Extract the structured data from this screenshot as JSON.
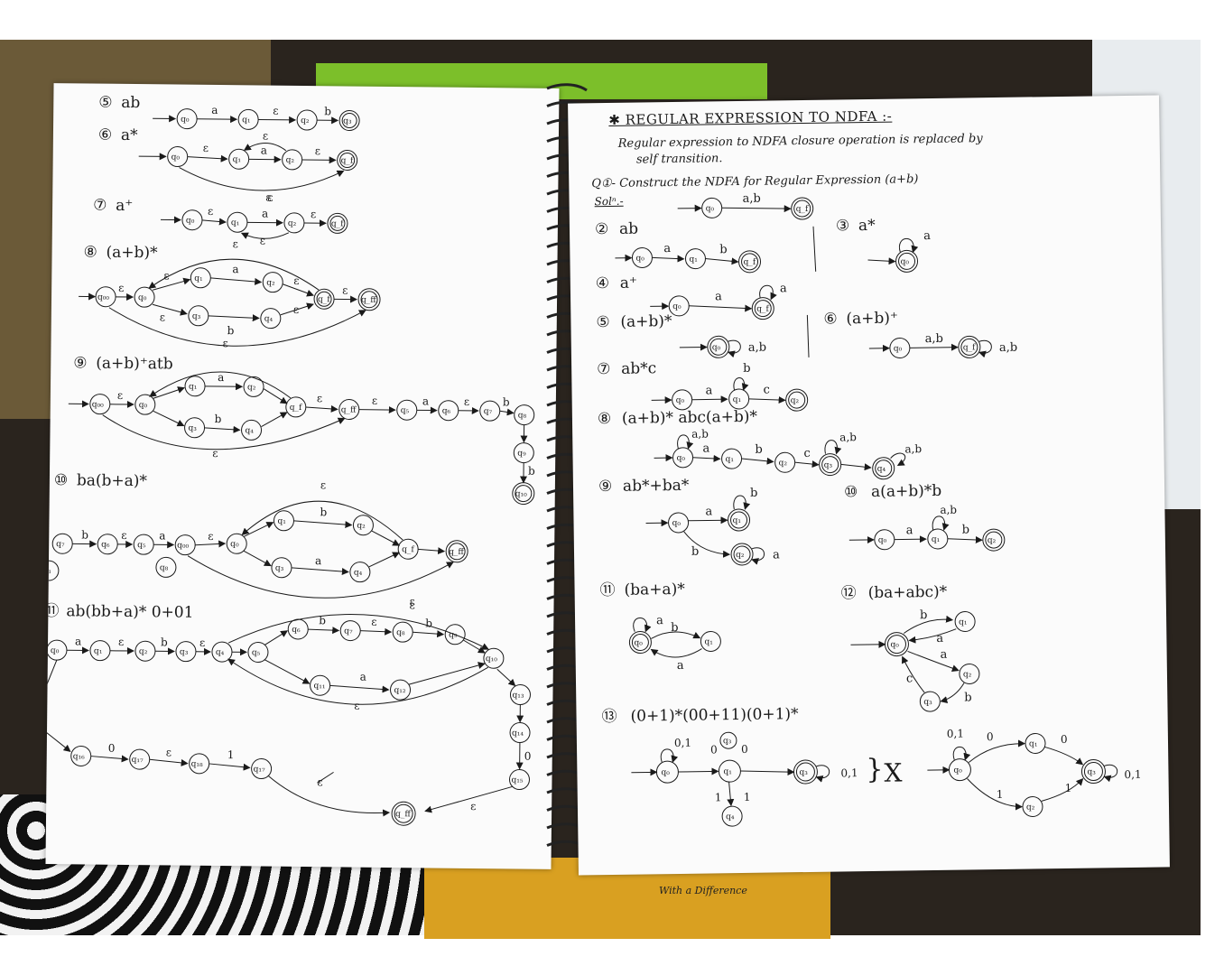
{
  "left_page": {
    "sections": [
      {
        "num": "⑤",
        "regex": "ab"
      },
      {
        "num": "⑥",
        "regex": "a*"
      },
      {
        "num": "⑦",
        "regex": "a⁺"
      },
      {
        "num": "⑧",
        "regex": "(a+b)*"
      },
      {
        "num": "⑨",
        "regex": "(a+b)⁺atb"
      },
      {
        "num": "⑩",
        "regex": "ba(b+a)*"
      },
      {
        "num": "⑪",
        "regex": "ab(bb+a)* 0+01"
      }
    ]
  },
  "right_page": {
    "title": "✱ REGULAR EXPRESSION TO NDFA :-",
    "intro_line1": "Regular expression to NDFA closure operation is replaced by",
    "intro_line2": "self transition.",
    "question": "Q①- Construct the NDFA for Regular Expression (a+b)",
    "sol": "Solⁿ.-",
    "sections": [
      {
        "num": "②",
        "regex": "ab"
      },
      {
        "num": "③",
        "regex": "a*"
      },
      {
        "num": "④",
        "regex": "a⁺"
      },
      {
        "num": "⑤",
        "regex": "(a+b)*"
      },
      {
        "num": "⑥",
        "regex": "(a+b)⁺"
      },
      {
        "num": "⑦",
        "regex": "ab*c"
      },
      {
        "num": "⑧",
        "regex": "(a+b)* abc(a+b)*"
      },
      {
        "num": "⑨",
        "regex": "ab*+ba*"
      },
      {
        "num": "⑩",
        "regex": "a(a+b)*b"
      },
      {
        "num": "⑪",
        "regex": "(ba+a)*"
      },
      {
        "num": "⑫",
        "regex": "(ba+abc)*"
      },
      {
        "num": "⑬",
        "regex": "(0+1)*(00+11)(0+1)*"
      }
    ]
  },
  "symbols": {
    "eps": "ε",
    "a": "a",
    "b": "b",
    "c": "c",
    "ab": "a,b",
    "zero": "0",
    "one": "1",
    "zero_one": "0,1",
    "cross": "X"
  },
  "states": {
    "q0": "q₀",
    "q1": "q₁",
    "q2": "q₂",
    "q3": "q₃",
    "q4": "q₄",
    "q5": "q₅",
    "q6": "q₆",
    "q7": "q₇",
    "q8": "q₈",
    "q9": "q₉",
    "q10": "q₁₀",
    "q11": "q₁₁",
    "q12": "q₁₂",
    "q13": "q₁₃",
    "q14": "q₁₄",
    "q15": "q₁₅",
    "q16": "q₁₆",
    "q17": "q₁₇",
    "q18": "q₁₈",
    "q00": "q₀₀",
    "qf": "q_f",
    "qff": "q_ff"
  },
  "footer_logo": "With a Difference",
  "colors": {
    "ink": "#1a1a1a",
    "paper": "#fbfbfb",
    "green_book": "#7cbf2a",
    "yellow_book": "#d9a021"
  }
}
